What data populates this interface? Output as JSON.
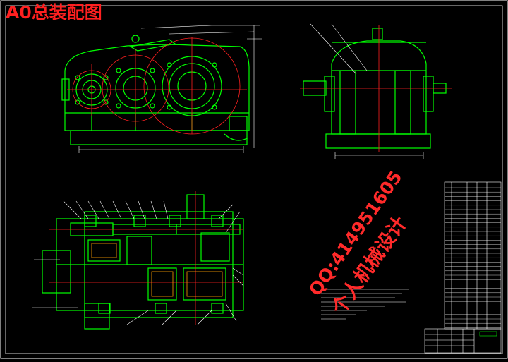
{
  "drawing": {
    "title": "A0总装配图",
    "colors": {
      "background": "#000000",
      "outline": "#00ff00",
      "center_line": "#ff2020",
      "dimension": "#ffffff",
      "leader": "#ffffff",
      "title_text": "#ff2020",
      "watermark": "#ff2a2a",
      "table_line": "#00ff00"
    }
  },
  "watermark": {
    "qq": "QQ:414951605",
    "name": "个人机械设计"
  }
}
